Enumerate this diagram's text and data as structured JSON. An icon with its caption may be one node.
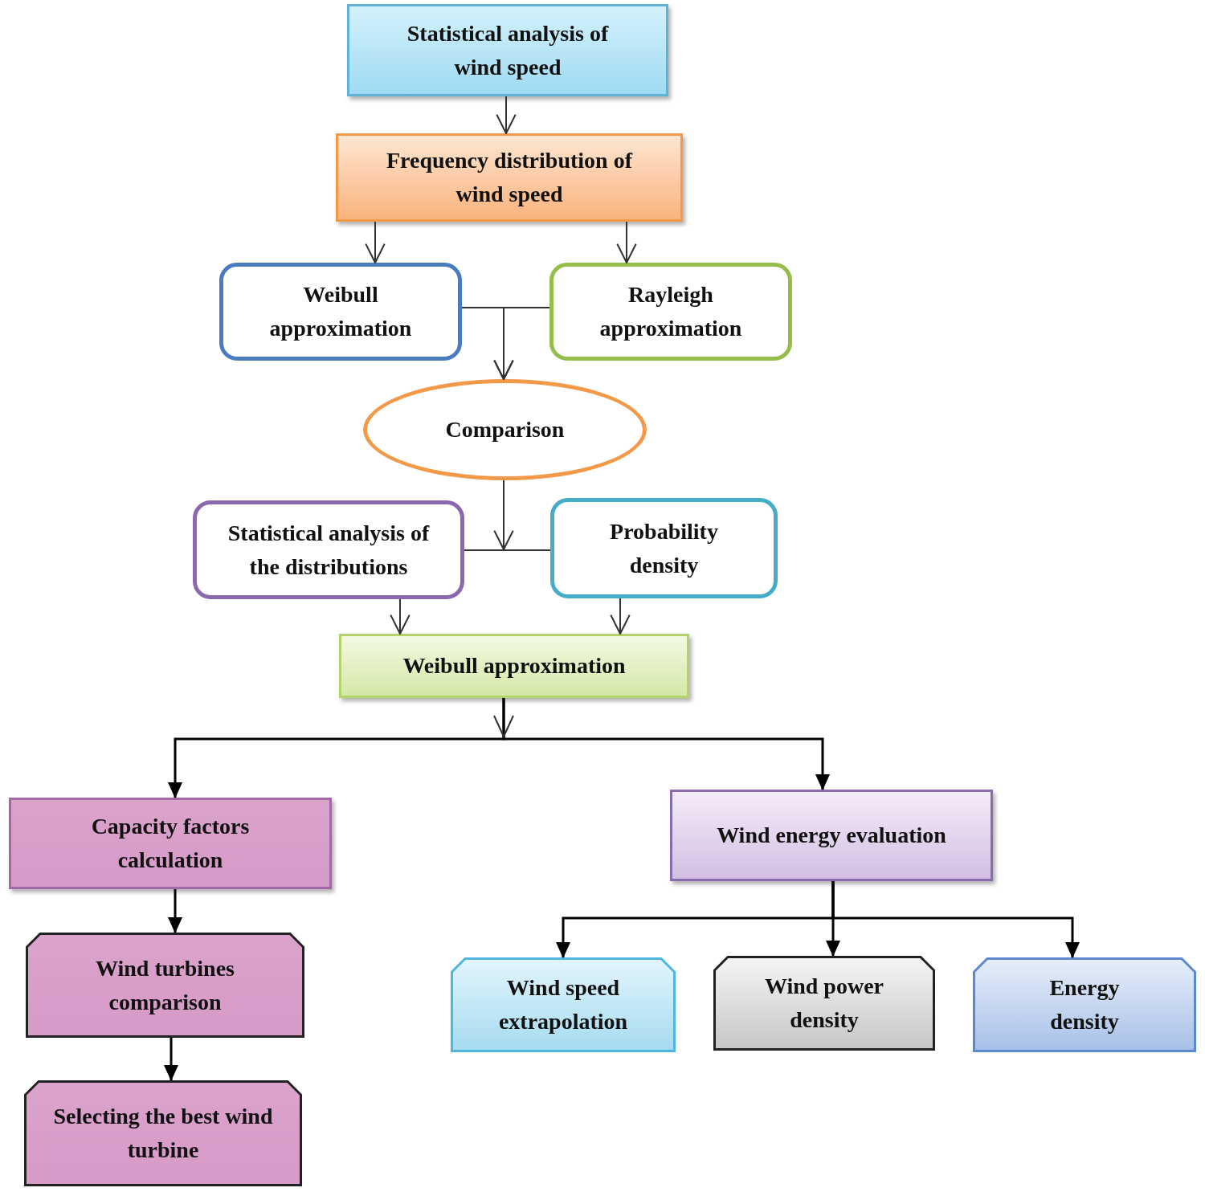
{
  "diagram": {
    "nodes": [
      {
        "text": [
          "Statistical analysis of wind speed"
        ]
      },
      {
        "text": [
          "Frequency distribution of wind speed"
        ]
      },
      {
        "text": [
          "Weibull approximation"
        ]
      },
      {
        "text": [
          "Rayleigh approximation"
        ]
      },
      {
        "text": [
          "Comparison"
        ]
      },
      {
        "text": [
          "Statistical analysis of the distributions"
        ]
      },
      {
        "text": [
          "Probability density"
        ]
      },
      {
        "text": [
          "Weibull approximation"
        ]
      },
      {
        "text": [
          "Capacity factors calculation"
        ]
      },
      {
        "text": [
          "Wind energy evaluation"
        ]
      },
      {
        "text": [
          "Wind turbines comparison"
        ]
      },
      {
        "text": [
          "Selecting the best wind turbine"
        ]
      },
      {
        "text": [
          "Wind speed extrapolation"
        ]
      },
      {
        "text": [
          "Wind power density"
        ]
      },
      {
        "text": [
          "Energy density"
        ]
      }
    ],
    "edges": [
      {
        "from": 0,
        "to": 1,
        "arrow": "to"
      },
      {
        "from": 1,
        "to": 2,
        "arrow": "to"
      },
      {
        "from": 1,
        "to": 3,
        "arrow": "to"
      },
      {
        "from": 2,
        "to": 4,
        "arrow": "to"
      },
      {
        "from": 3,
        "to": 4,
        "arrow": "to"
      },
      {
        "from": 4,
        "to": null,
        "arrow": "to"
      },
      {
        "from": 5,
        "to": 6,
        "arrow": "none"
      },
      {
        "from": 5,
        "to": 7,
        "arrow": "to"
      },
      {
        "from": 6,
        "to": 7,
        "arrow": "to"
      },
      {
        "from": 7,
        "to": 8,
        "arrow": "to"
      },
      {
        "from": 7,
        "to": 9,
        "arrow": "to"
      },
      {
        "from": 8,
        "to": 10,
        "arrow": "to"
      },
      {
        "from": 10,
        "to": 11,
        "arrow": "to"
      },
      {
        "from": 9,
        "to": 12,
        "arrow": "to"
      },
      {
        "from": 9,
        "to": 13,
        "arrow": "to"
      },
      {
        "from": 9,
        "to": 14,
        "arrow": "to"
      }
    ]
  }
}
